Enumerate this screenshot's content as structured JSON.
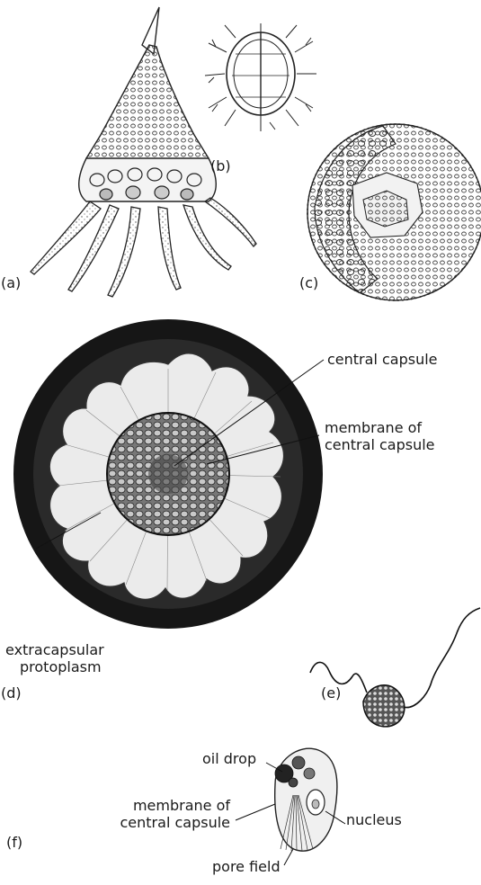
{
  "panels": {
    "a": {
      "label": "(a)"
    },
    "b": {
      "label": "(b)"
    },
    "c": {
      "label": "(c)"
    },
    "d": {
      "label": "(d)",
      "central_capsule": "central capsule",
      "membrane_line1": "membrane of",
      "membrane_line2": "central capsule",
      "extra_line1": "extracapsular",
      "extra_line2": "protoplasm"
    },
    "e": {
      "label": "(e)"
    },
    "f": {
      "label": "(f)",
      "oil_drop": "oil drop",
      "membrane_line1": "membrane of",
      "membrane_line2": "central capsule",
      "nucleus": "nucleus",
      "pore_field": "pore field"
    }
  }
}
